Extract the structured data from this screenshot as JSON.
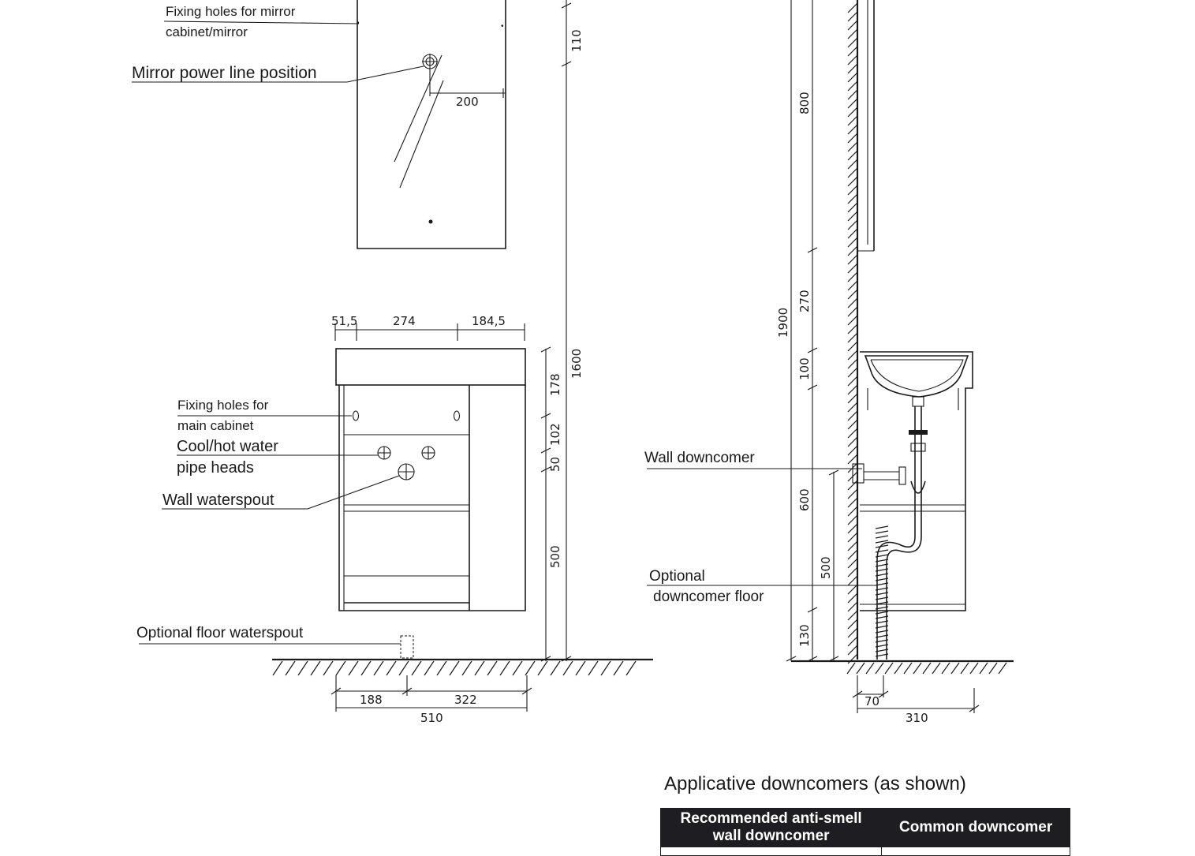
{
  "labels": {
    "fixing_mirror_1": "Fixing holes for mirror",
    "fixing_mirror_2": "cabinet/mirror",
    "mirror_power": "Mirror power line position",
    "fixing_cabinet_1": "Fixing holes for",
    "fixing_cabinet_2": "main cabinet",
    "pipe_heads_1": "Cool/hot water",
    "pipe_heads_2": "pipe heads",
    "wall_waterspout": "Wall waterspout",
    "floor_waterspout": "Optional floor waterspout",
    "wall_downcomer": "Wall downcomer",
    "optional_floor_1": "Optional",
    "optional_floor_2": "downcomer floor"
  },
  "dimensions": {
    "front": {
      "mirror_top_offset": "110",
      "power_offset": "200",
      "w_left": "51,5",
      "w_mid": "274",
      "w_right": "184,5",
      "h_top": "178",
      "h_holes": "102",
      "h_pipes": "50",
      "h_spout": "500",
      "h_total": "1600",
      "floor_left": "188",
      "floor_right": "322",
      "width_total": "510"
    },
    "side": {
      "mirror_h": "800",
      "gap": "270",
      "basin": "100",
      "overall": "1900",
      "downcomer_h": "600",
      "floor_h": "500",
      "base": "130",
      "wall_offset": "70",
      "depth": "310"
    }
  },
  "table": {
    "title": "Applicative downcomers (as shown)",
    "headers": [
      "Recommended anti-smell wall downcomer",
      "Common downcomer"
    ]
  }
}
